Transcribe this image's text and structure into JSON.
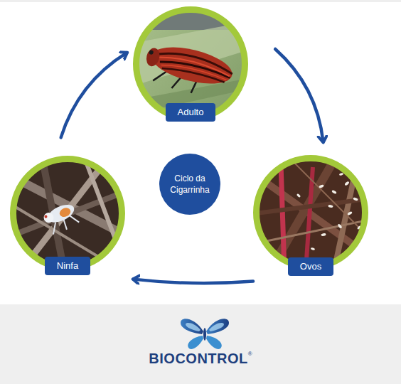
{
  "diagram": {
    "nodes": [
      {
        "text": [
          "Adulto"
        ]
      },
      {
        "text": [
          "Ciclo da Cigarrinha"
        ]
      },
      {
        "text": [
          "Ninfa"
        ]
      },
      {
        "text": [
          "Ovos"
        ]
      }
    ],
    "edges": [
      {
        "from": 0,
        "to": 3,
        "arrow": "to"
      },
      {
        "from": 3,
        "to": 2,
        "arrow": "to"
      },
      {
        "from": 2,
        "to": 0,
        "arrow": "to"
      }
    ],
    "labels": [
      "BIOCONTROL",
      "®"
    ]
  }
}
